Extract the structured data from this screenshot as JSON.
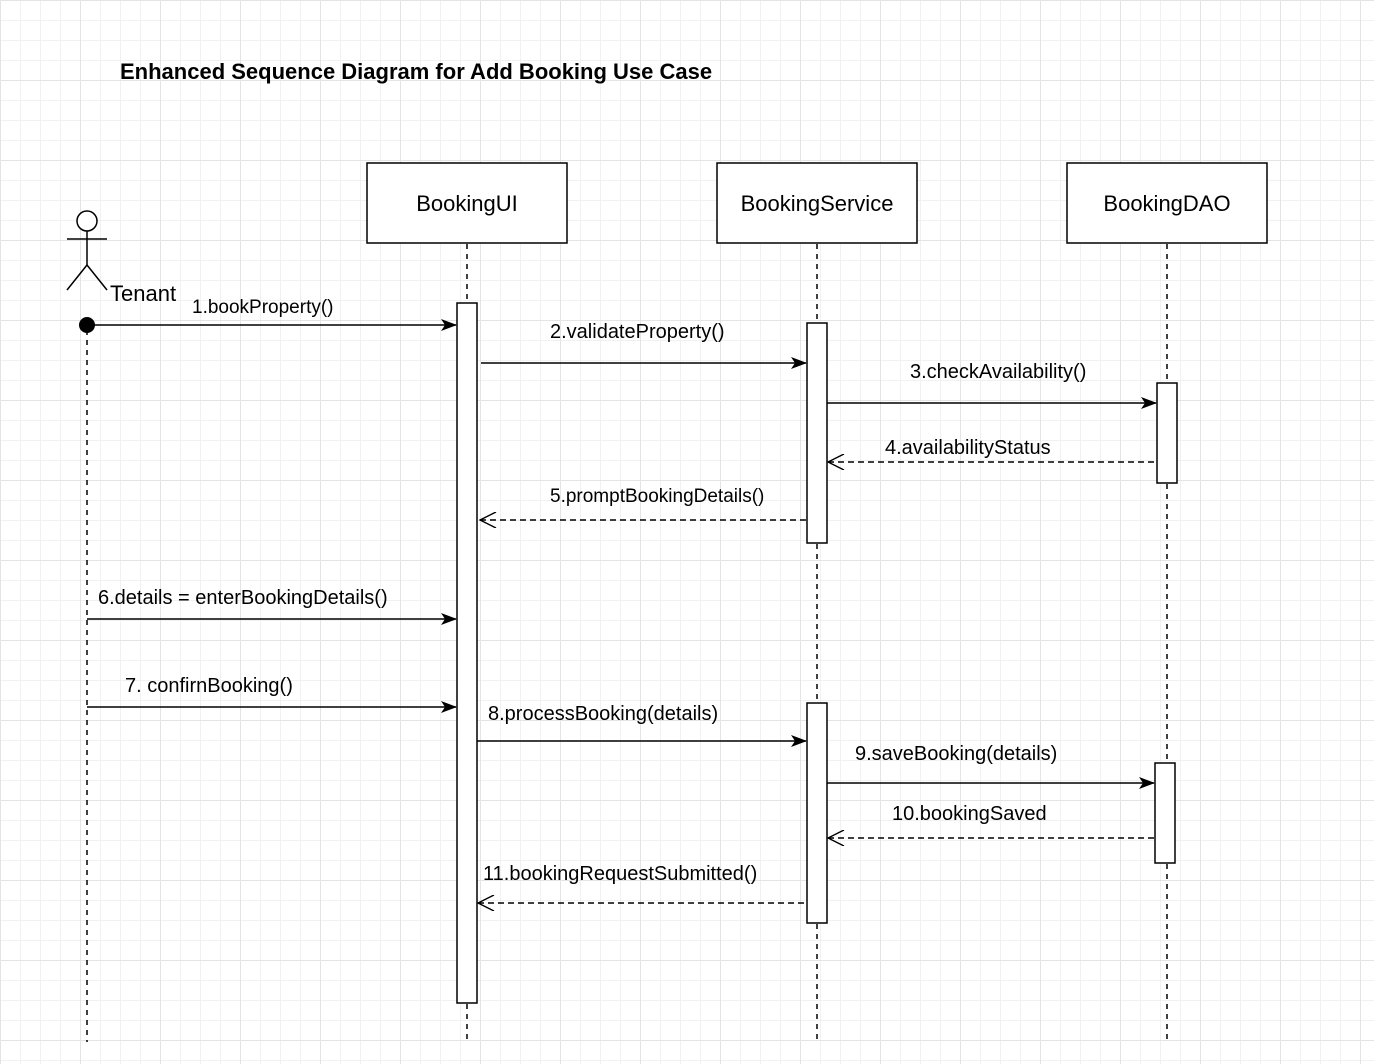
{
  "title": "Enhanced Sequence Diagram for Add Booking Use Case",
  "actor": {
    "name": "Tenant"
  },
  "lifelines": [
    {
      "id": "ui",
      "label": "BookingUI"
    },
    {
      "id": "svc",
      "label": "BookingService"
    },
    {
      "id": "dao",
      "label": "BookingDAO"
    }
  ],
  "messages": [
    {
      "label": "1.bookProperty()",
      "from": "Tenant",
      "to": "BookingUI",
      "kind": "call"
    },
    {
      "label": "2.validateProperty()",
      "from": "BookingUI",
      "to": "BookingService",
      "kind": "call"
    },
    {
      "label": "3.checkAvailability()",
      "from": "BookingService",
      "to": "BookingDAO",
      "kind": "call"
    },
    {
      "label": "4.availabilityStatus",
      "from": "BookingDAO",
      "to": "BookingService",
      "kind": "return"
    },
    {
      "label": "5.promptBookingDetails()",
      "from": "BookingService",
      "to": "BookingUI",
      "kind": "return"
    },
    {
      "label": "6.details = enterBookingDetails()",
      "from": "Tenant",
      "to": "BookingUI",
      "kind": "call"
    },
    {
      "label": "7. confirnBooking()",
      "from": "Tenant",
      "to": "BookingUI",
      "kind": "call"
    },
    {
      "label": "8.processBooking(details)",
      "from": "BookingUI",
      "to": "BookingService",
      "kind": "call"
    },
    {
      "label": "9.saveBooking(details)",
      "from": "BookingService",
      "to": "BookingDAO",
      "kind": "call"
    },
    {
      "label": "10.bookingSaved",
      "from": "BookingDAO",
      "to": "BookingService",
      "kind": "return"
    },
    {
      "label": "11.bookingRequestSubmitted()",
      "from": "BookingService",
      "to": "BookingUI",
      "kind": "return"
    }
  ]
}
